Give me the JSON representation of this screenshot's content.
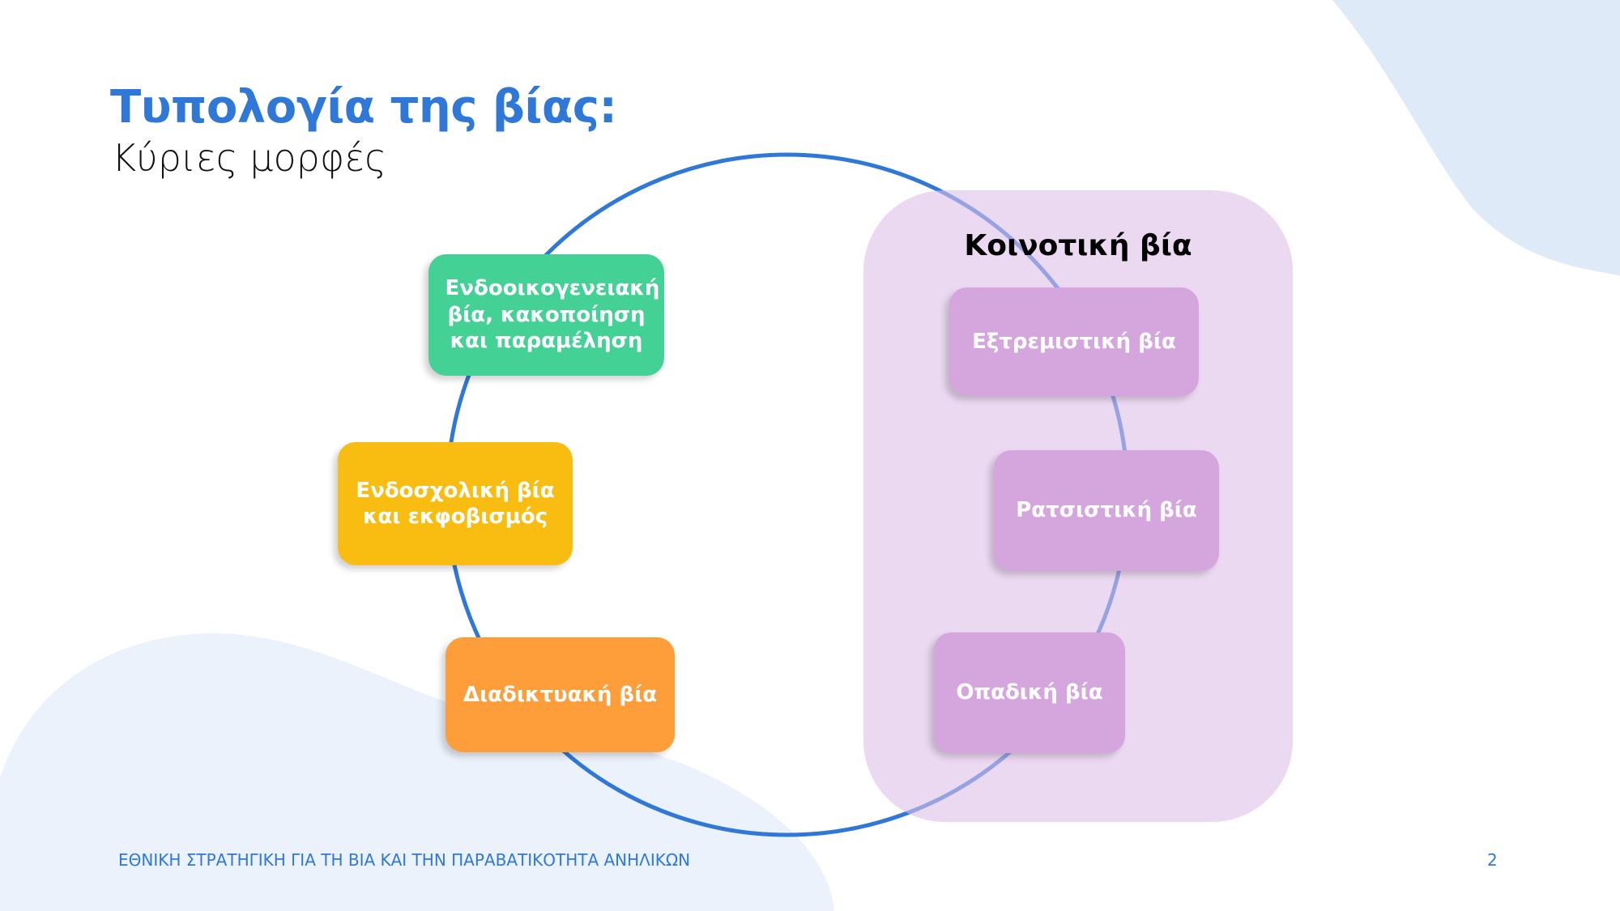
{
  "slide": {
    "title": "Τυπολογία της βίας:",
    "subtitle": "Κύριες μορφές",
    "left_items": [
      {
        "label": "Ενδοοικογενειακή βία, κακοποίηση και παραμέληση",
        "color": "#44d196"
      },
      {
        "label": "Ενδοσχολική βία και εκφοβισμός",
        "color": "#f8bd10"
      },
      {
        "label": "Διαδικτυακή βία",
        "color": "#fd9e3a"
      }
    ],
    "community": {
      "title": "Κοινοτική βία",
      "items": [
        {
          "label": "Εξτρεμιστική βία"
        },
        {
          "label": "Ρατσιστική βία"
        },
        {
          "label": "Οπαδική βία"
        }
      ],
      "item_color": "#d5a6de"
    },
    "footer": "ΕΘΝΙΚΗ ΣΤΡΑΤΗΓΙΚΗ ΓΙΑ ΤΗ ΒΙΑ ΚΑΙ ΤΗΝ ΠΑΡΑΒΑΤΙΚΟΤΗΤΑ ΑΝΗΛΙΚΩΝ",
    "page_number": "2",
    "accent": "#2f78d8"
  }
}
